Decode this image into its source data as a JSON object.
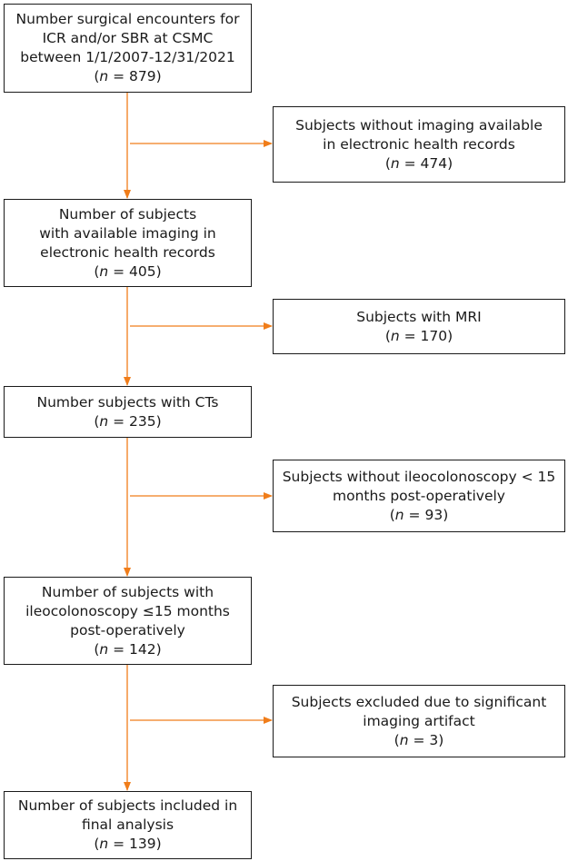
{
  "flowchart": {
    "arrow_color": "#f07d1a",
    "main_boxes": [
      {
        "lines": [
          "Number surgical encounters for",
          "ICR and/or SBR at CSMC",
          "between 1/1/2007-12/31/2021"
        ],
        "n_label": "n",
        "n_value": " = 879)"
      },
      {
        "lines": [
          "Number of subjects",
          "with available imaging in",
          "electronic health records"
        ],
        "n_label": "n",
        "n_value": " = 405)"
      },
      {
        "lines": [
          "Number subjects with CTs"
        ],
        "n_label": "n",
        "n_value": " = 235)"
      },
      {
        "lines": [
          "Number of subjects with",
          "ileocolonoscopy ≤15 months",
          "post-operatively"
        ],
        "n_label": "n",
        "n_value": " = 142)"
      },
      {
        "lines": [
          "Number of subjects included in",
          "final analysis"
        ],
        "n_label": "n",
        "n_value": " = 139)"
      }
    ],
    "side_boxes": [
      {
        "lines": [
          "Subjects without imaging available",
          "in electronic health records"
        ],
        "n_label": "n",
        "n_value": " = 474)"
      },
      {
        "lines": [
          "Subjects with MRI"
        ],
        "n_label": "n",
        "n_value": " = 170)"
      },
      {
        "lines": [
          "Subjects without ileocolonoscopy < 15",
          "months post-operatively"
        ],
        "n_label": "n",
        "n_value": " = 93)"
      },
      {
        "lines": [
          "Subjects excluded due to significant",
          "imaging artifact"
        ],
        "n_label": "n",
        "n_value": " = 3)"
      }
    ]
  }
}
